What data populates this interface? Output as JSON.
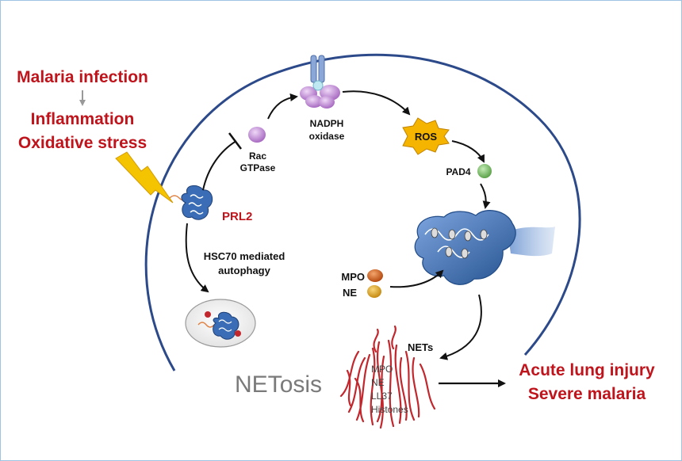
{
  "colors": {
    "cell_membrane": "#2c4a8a",
    "trigger_text": "#c0141c",
    "protein_blue": "#3a6db5",
    "net_red": "#c2272d",
    "ros_fill": "#f5b400",
    "pad4_green": "#7ec46c",
    "rac_purple": "#c59ad6",
    "mpo_orange": "#d7631f",
    "ne_yellow": "#e5a81f"
  },
  "labels": {
    "malaria_infection": "Malaria infection",
    "inflammation": "Inflammation",
    "oxidative_stress": "Oxidative stress",
    "prl2": "PRL2",
    "rac": "Rac",
    "gtpase": "GTPase",
    "nadph": "NADPH",
    "oxidase": "oxidase",
    "ros": "ROS",
    "pad4": "PAD4",
    "hsc70_line1": "HSC70 mediated",
    "hsc70_line2": "autophagy",
    "mpo": "MPO",
    "ne": "NE",
    "nets": "NETs",
    "netosis_net": "NET",
    "netosis_osis": "osis",
    "net_mpo": "MPO",
    "net_ne": "NE",
    "net_ll37": "LL37",
    "net_histones": "Histones",
    "acute_lung_injury": "Acute lung injury",
    "severe_malaria": "Severe malaria"
  },
  "icons": [
    "lightning-bolt-icon",
    "prl2-protein-icon",
    "nadph-oxidase-icon",
    "ros-burst-icon",
    "neutrophil-nucleus-icon",
    "autophagosome-icon",
    "net-fibers-icon"
  ]
}
